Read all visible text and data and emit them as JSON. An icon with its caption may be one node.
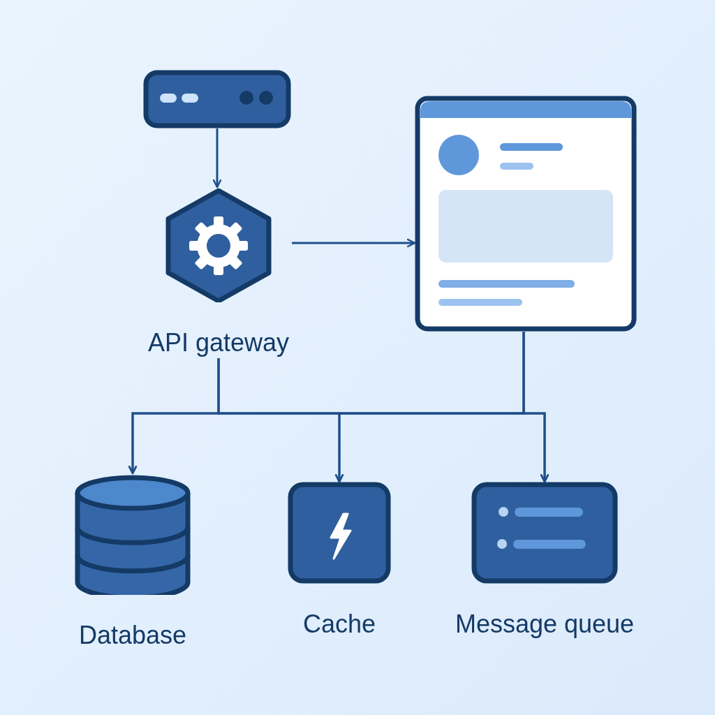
{
  "diagram": {
    "nodes": [
      {
        "text": [],
        "shape": "box"
      },
      {
        "text": [
          "API gateway"
        ]
      },
      {
        "text": [],
        "shape": "box"
      },
      {
        "text": [
          "Database"
        ]
      },
      {
        "text": [
          "Cache"
        ]
      },
      {
        "text": [
          "Message queue"
        ]
      }
    ],
    "edges": [
      {
        "from": 0,
        "to": 1,
        "arrow": "to"
      },
      {
        "from": 1,
        "to": 2,
        "arrow": "to"
      },
      {
        "from": 1,
        "to": 3,
        "arrow": "to"
      },
      {
        "from": 1,
        "to": 4,
        "arrow": "to"
      },
      {
        "from": 1,
        "to": 5,
        "arrow": "to"
      },
      {
        "from": 2,
        "to": 3,
        "arrow": "to"
      },
      {
        "from": 2,
        "to": 4,
        "arrow": "to"
      },
      {
        "from": 2,
        "to": 5,
        "arrow": "to"
      }
    ]
  }
}
